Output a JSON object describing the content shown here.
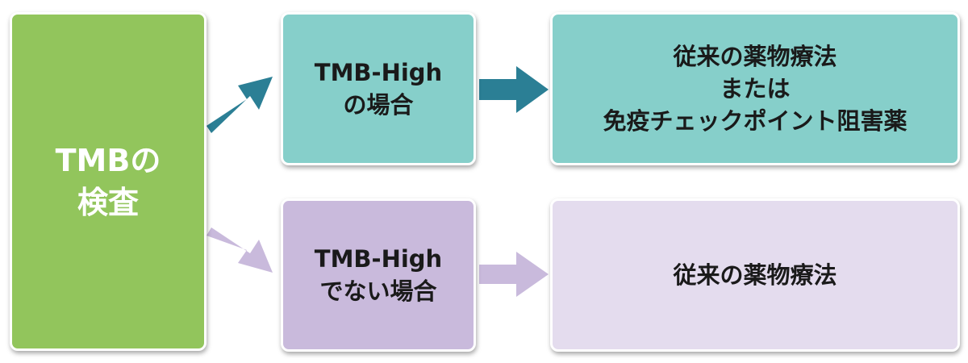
{
  "source": {
    "lines": [
      "TMBの",
      "検査"
    ]
  },
  "branches": [
    {
      "condition_lines": [
        "TMB-High",
        "の場合"
      ],
      "result_lines": [
        "従来の薬物療法",
        "または",
        "免疫チェックポイント阻害薬"
      ]
    },
    {
      "condition_lines": [
        "TMB-High",
        "でない場合"
      ],
      "result_lines": [
        "従来の薬物療法"
      ]
    }
  ],
  "colors": {
    "source_fill": "#92c55c",
    "high_fill": "#86cfca",
    "high_arrow": "#2b7f95",
    "low_condition_fill": "#c9badc",
    "low_result_fill": "#e4dcee",
    "low_arrow": "#c9badc"
  }
}
